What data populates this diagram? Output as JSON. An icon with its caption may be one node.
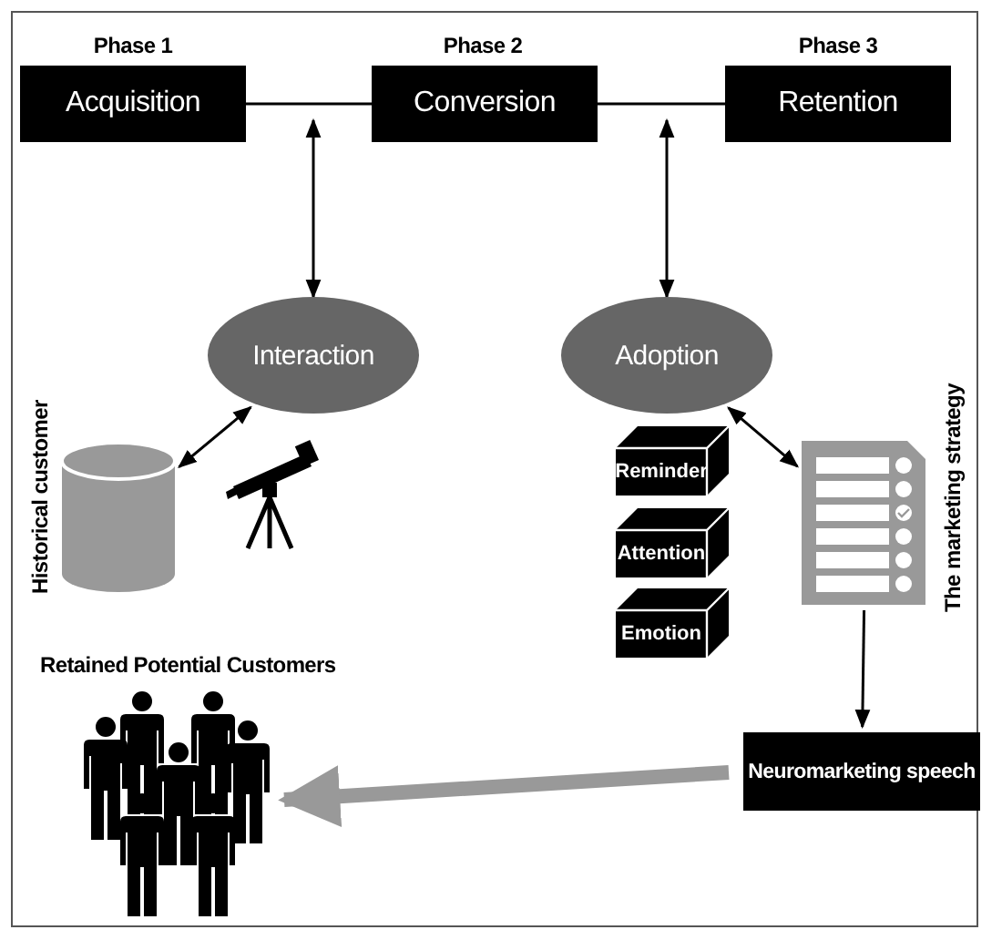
{
  "diagram": {
    "nodes": [
      {
        "text": [
          "Acquisition"
        ],
        "beside": [
          "Phase 1"
        ]
      },
      {
        "text": [
          "Conversion"
        ],
        "beside": [
          "Phase 2"
        ]
      },
      {
        "text": [
          "Retention"
        ],
        "beside": [
          "Phase 3"
        ]
      },
      {
        "text": [
          "Interaction"
        ]
      },
      {
        "text": [
          "Adoption"
        ]
      },
      {
        "text": [],
        "shape": "cylinder",
        "beside": [
          "Historical customer"
        ]
      },
      {
        "text": [
          "Reminder"
        ]
      },
      {
        "text": [
          "Attention"
        ]
      },
      {
        "text": [
          "Emotion"
        ]
      },
      {
        "text": [],
        "shape": "document",
        "beside": [
          "The marketing strategy"
        ]
      },
      {
        "text": [
          "Neuromarketing speech"
        ]
      },
      {
        "text": [],
        "shape": "person",
        "beside": [
          "Retained Potential Customers"
        ]
      }
    ],
    "edges": [
      {
        "from": 0,
        "to": 1,
        "arrow": "none"
      },
      {
        "from": 1,
        "to": 2,
        "arrow": "none"
      },
      {
        "from": null,
        "to": 3,
        "arrow": "both"
      },
      {
        "from": null,
        "to": 4,
        "arrow": "both"
      },
      {
        "from": 3,
        "to": 5,
        "arrow": "both"
      },
      {
        "from": 4,
        "to": 9,
        "arrow": "both"
      },
      {
        "from": 9,
        "to": 10,
        "arrow": "to"
      },
      {
        "from": 10,
        "to": 11,
        "arrow": "to",
        "style": "thick",
        "color": "#999999"
      }
    ]
  }
}
